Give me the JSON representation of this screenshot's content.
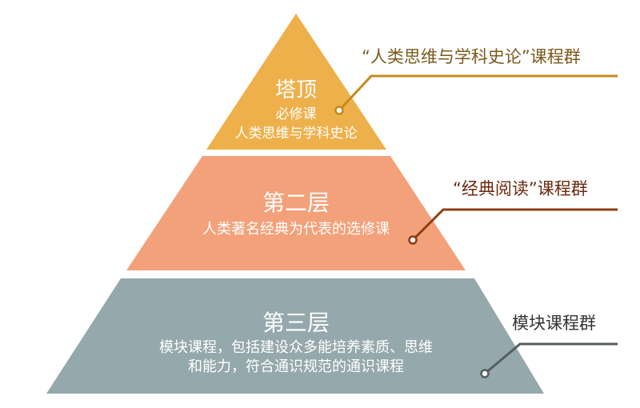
{
  "layers": [
    {
      "title": "塔顶",
      "lines": [
        "必修课",
        "人类思维与学科史论"
      ],
      "color": "#eeb04b",
      "label": "“人类思维与学科史论”课程群",
      "label_color": "#7a5a1c",
      "line_color": "#c58a1e"
    },
    {
      "title": "第二层",
      "lines": [
        "人类著名经典为代表的选修课"
      ],
      "color": "#f3a17a",
      "label": "“经典阅读”课程群",
      "label_color": "#6b2a0e",
      "line_color": "#8e3d12"
    },
    {
      "title": "第三层",
      "lines": [
        "模块课程，包括建设众多能培养素质、思维",
        "和能力，符合通识规范的通识课程"
      ],
      "color": "#95a8ac",
      "label": "模块课程群",
      "label_color": "#333333",
      "line_color": "#555e60"
    }
  ]
}
